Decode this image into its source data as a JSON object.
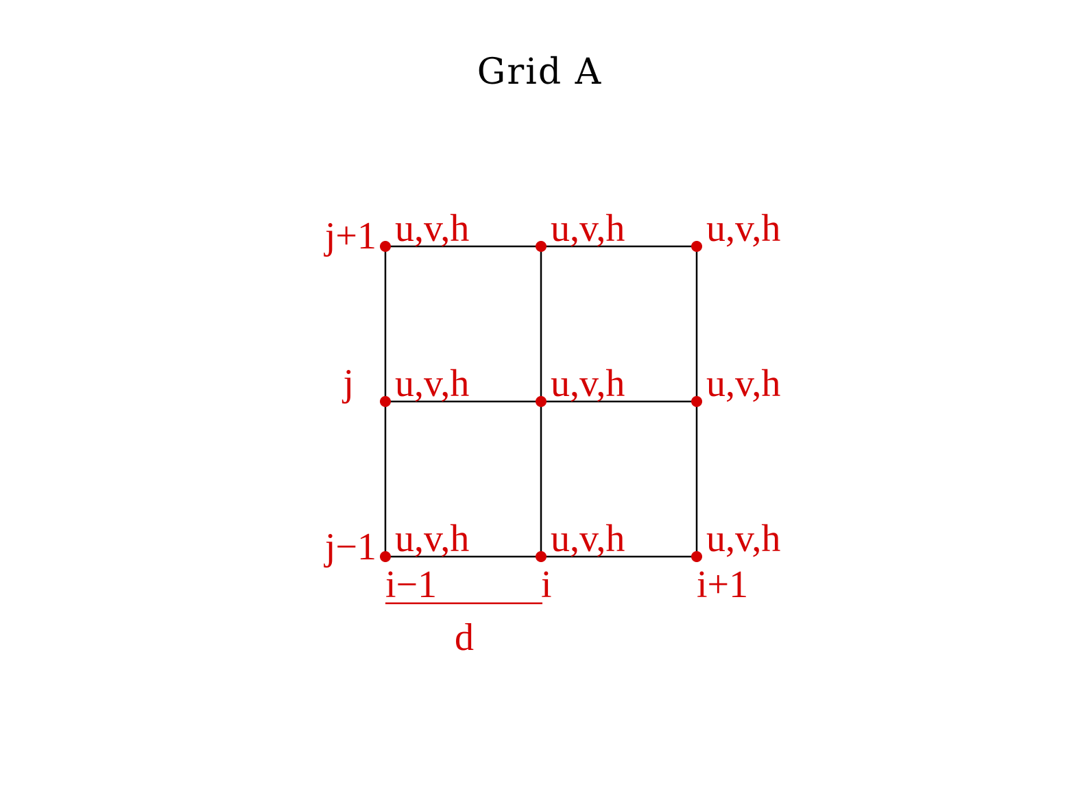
{
  "title": "Grid A",
  "colors": {
    "grid": "#000000",
    "accent": "#d40000"
  },
  "node_label": "u,v,h",
  "columns": [
    "i−1",
    "i",
    "i+1"
  ],
  "rows": [
    "j+1",
    "j",
    "j−1"
  ],
  "spacing_label": "d"
}
